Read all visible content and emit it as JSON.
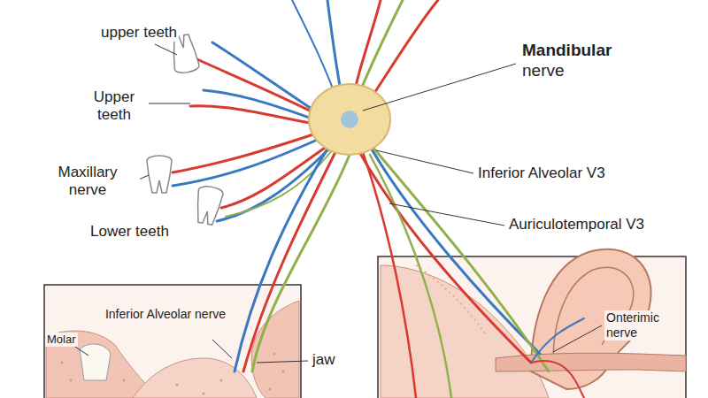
{
  "diagram": {
    "labels": [
      "upper teeth",
      "Upper teeth",
      "Maxillary nerve",
      "Lower teeth",
      "Mandibular nerve",
      "Inferior Alveolar V3",
      "Auriculotemporal V3",
      "Inferior Alveolar nerve",
      "Molar",
      "jaw",
      "Onterimic nerve"
    ]
  }
}
